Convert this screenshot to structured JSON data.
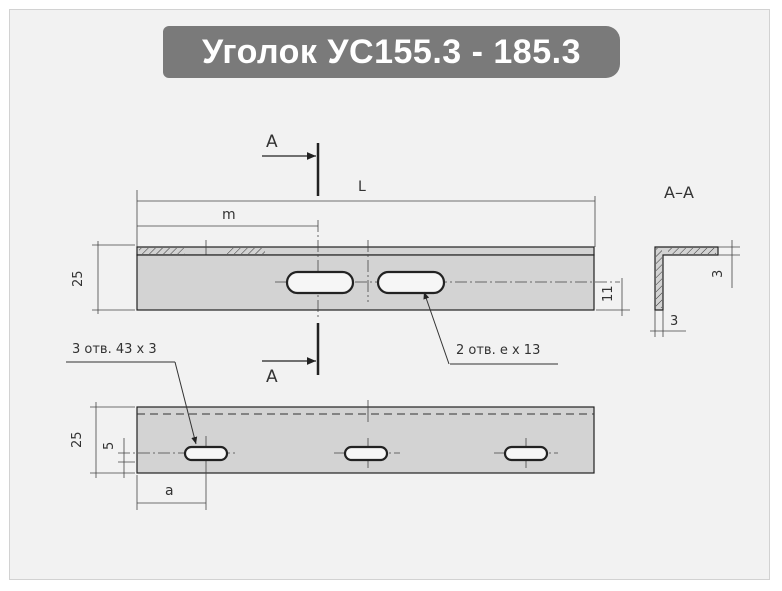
{
  "title": "Уголок УС155.3 - 185.3",
  "labels": {
    "section_arrow": "A",
    "section_title": "A–A",
    "length": "L",
    "offset_m": "m",
    "height_top": "25",
    "slot_height": "11",
    "slot_callout_top": "2 отв. e x 13",
    "hole_callout_bottom": "3 отв. 43 x 3",
    "height_bottom": "25",
    "hole_offset": "5",
    "offset_a": "a",
    "section_dim_h": "3",
    "section_dim_v": "3"
  },
  "colors": {
    "frame_bg": "#f2f2f2",
    "title_bg": "#7a7a7a",
    "part_fill": "#d3d3d3",
    "line": "#222222"
  }
}
